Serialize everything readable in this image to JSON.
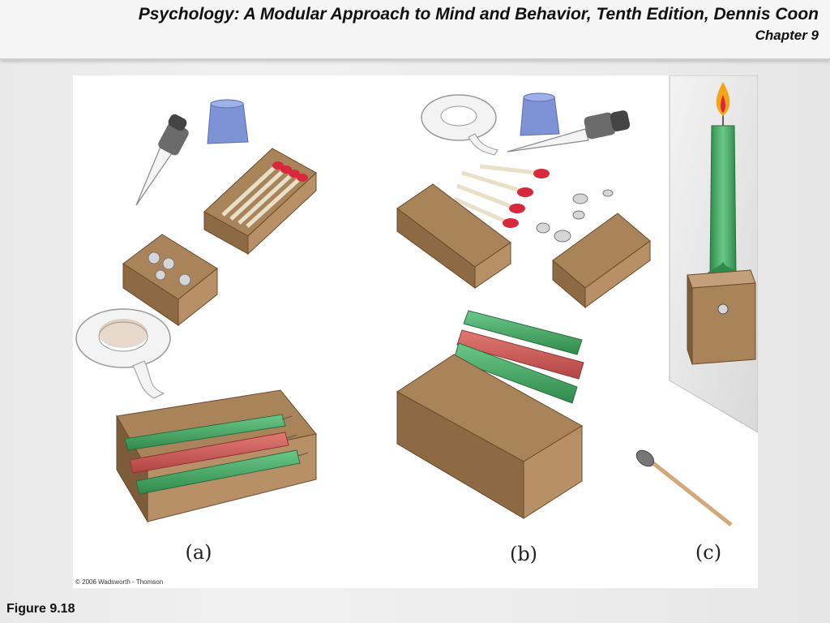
{
  "slide": {
    "title": "Psychology: A Modular Approach to Mind and Behavior, Tenth Edition, Dennis Coon",
    "chapter": "Chapter 9",
    "figure_label": "Figure 9.18",
    "copyright": "© 2006 Wadsworth - Thomson"
  },
  "figure": {
    "panel_labels": [
      "(a)",
      "(b)",
      "(c)"
    ],
    "colors": {
      "box": "#a07a52",
      "candle_green": "#3ea35f",
      "candle_red": "#c85050",
      "match_head": "#d8283c",
      "flame": "#f2a516"
    }
  }
}
